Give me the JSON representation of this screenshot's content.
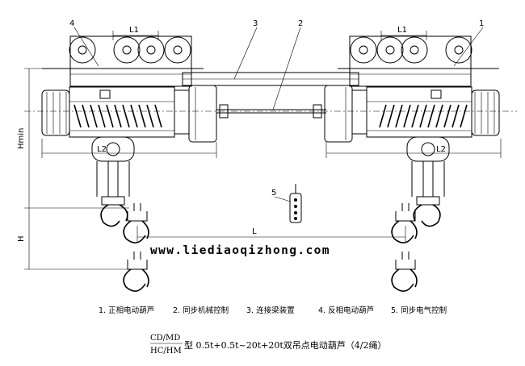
{
  "callouts": [
    "1",
    "2",
    "3",
    "4",
    "5"
  ],
  "dimensions": {
    "l1": "L1",
    "l2": "L2",
    "l": "L",
    "h": "H",
    "hmin": "Hmin"
  },
  "website": "www.liediaoqizhong.com",
  "legend": [
    "1. 正相电动葫芦",
    "2. 同步机械控制",
    "3. 连接梁装置",
    "4. 反相电动葫芦",
    "5. 同步电气控制"
  ],
  "title": {
    "model_top": "CD/MD",
    "model_bottom": "HC/HM",
    "text": "型 0.5t+0.5t~20t+20t双吊点电动葫芦（4/2绳）"
  }
}
